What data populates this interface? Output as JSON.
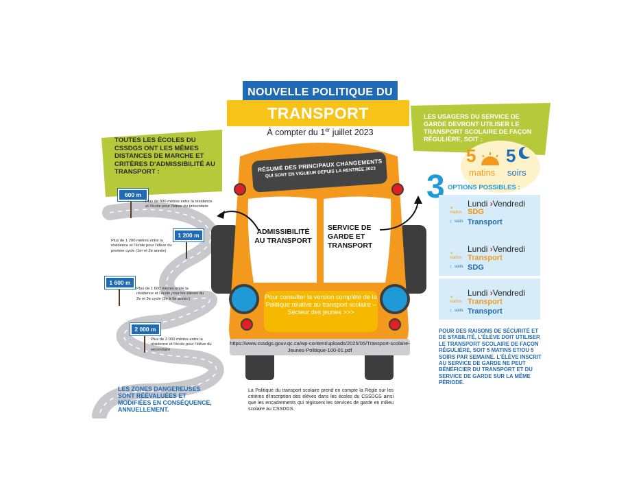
{
  "title": {
    "line1": "NOUVELLE POLITIQUE DU",
    "line2": "TRANSPORT SCOLAIRE",
    "date_prefix": "À compter du 1",
    "date_sup": "er",
    "date_suffix": " juillet 2023"
  },
  "left_panel": {
    "intro": "TOUTES LES ÉCOLES DU CSSDGS ONT LES MÊMES DISTANCES DE MARCHE ET CRITÈRES D'ADMISSIBILITÉ AU TRANSPORT :",
    "distances": [
      {
        "sign": "600 m",
        "text": "Plus de 600 mètres entre la résidence et l'école pour l'élève du préscolaire"
      },
      {
        "sign": "1 200 m",
        "text": "Plus de 1 200 mètres entre la résidence et l'école pour l'élève du premier cycle (1er et 2e année)"
      },
      {
        "sign": "1 600 m",
        "text": "Plus de 1 600 mètres entre la résidence et l'école pour les élèves du 2e et 3e cycle (3e à 6e année)"
      },
      {
        "sign": "2 000 m",
        "text": "Plus de 2 000 mètres entre la résidence et l'école pour l'élève du secondaire"
      }
    ],
    "note": "LES ZONES DANGEREUSES SONT RÉÉVALUÉES ET MODIFIÉES EN CONSÉQUENCE, ANNUELLEMENT."
  },
  "bus": {
    "banner_line1": "RÉSUMÉ DES PRINCIPAUX CHANGEMENTS",
    "banner_line2": "QUI SONT EN VIGUEUR DEPUIS LA RENTRÉE 2023",
    "window_left": "ADMISSIBILITÉ AU TRANSPORT",
    "window_right": "SERVICE DE GARDE ET TRANSPORT",
    "cta": "Pour consulter la version complète de la Politique relative au transport scolaire – Secteur des jeunes >>>",
    "url": "https://www.cssdgs.gouv.qc.ca/wp-content/uploads/2025/05/Transport-scolaire-Jeunes-Politique-100-01.pdf",
    "footnote": "La Politique du transport scolaire prend en compte la Règle sur les critères d'inscription des élèves dans les écoles du CSSDGS ainsi que les encadrements qui régissent les services de garde en milieu scolaire au CSSDGS."
  },
  "right_panel": {
    "intro": "LES USAGERS DU SERVICE DE GARDE DEVRONT UTILISER LE TRANSPORT SCOLAIRE DE FAÇON RÉGULIÈRE, SOIT :",
    "morning_count": "5",
    "morning_label": "matins",
    "evening_count": "5",
    "evening_label": "soirs",
    "options_count": "3",
    "options_label": "OPTIONS POSSIBLES :",
    "options": [
      {
        "day_from": "Lundi",
        "day_to": "Vendredi",
        "morning_label": "matins",
        "morning_value": "SDG",
        "evening_label": "soirs",
        "evening_value": "Transport"
      },
      {
        "day_from": "Lundi",
        "day_to": "Vendredi",
        "morning_label": "matins",
        "morning_value": "Transport",
        "evening_label": "soirs",
        "evening_value": "SDG"
      },
      {
        "day_from": "Lundi",
        "day_to": "Vendredi",
        "morning_label": "matins",
        "morning_value": "Transport",
        "evening_label": "soirs",
        "evening_value": "Transport"
      }
    ],
    "note": "POUR DES RAISONS DE SÉCURITÉ ET DE STABILITÉ, L'ÉLÈVE DOIT UTILISER LE TRANSPORT SCOLAIRE DE FAÇON RÉGULIÈRE, SOIT 5 MATINS ET/OU 5 SOIRS PAR SEMAINE. L'ÉLÈVE INSCRIT AU SERVICE DE GARDE NE PEUT BÉNÉFICIER DU TRANSPORT ET DU SERVICE DE GARDE SUR LA MÊME PÉRIODE."
  },
  "colors": {
    "blue": "#1f6ab4",
    "yellow": "#f7c318",
    "orange_bus": "#f39a1e",
    "green": "#b5c93a",
    "sky": "#1f9ad6",
    "dark": "#3a3a3a"
  }
}
